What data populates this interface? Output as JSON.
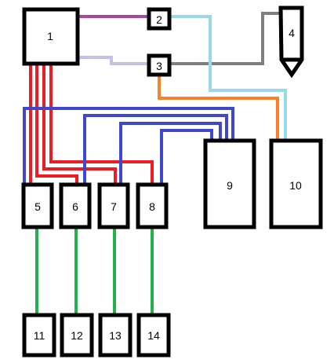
{
  "nodes": [
    {
      "id": "1",
      "label": "1"
    },
    {
      "id": "2",
      "label": "2"
    },
    {
      "id": "3",
      "label": "3"
    },
    {
      "id": "4",
      "label": "4"
    },
    {
      "id": "5",
      "label": "5"
    },
    {
      "id": "6",
      "label": "6"
    },
    {
      "id": "7",
      "label": "7"
    },
    {
      "id": "8",
      "label": "8"
    },
    {
      "id": "9",
      "label": "9"
    },
    {
      "id": "10",
      "label": "10"
    },
    {
      "id": "11",
      "label": "11"
    },
    {
      "id": "12",
      "label": "12"
    },
    {
      "id": "13",
      "label": "13"
    },
    {
      "id": "14",
      "label": "14"
    }
  ],
  "edges": [
    {
      "from": "1",
      "to": "2",
      "color": "#a349a4"
    },
    {
      "from": "1",
      "to": "3",
      "color": "#c8bfe7"
    },
    {
      "from": "3",
      "to": "4",
      "color": "#7f7f7f"
    },
    {
      "from": "2",
      "to": "10",
      "color": "#99d9ea"
    },
    {
      "from": "3",
      "to": "10",
      "color": "#ff7f27"
    },
    {
      "from": "1",
      "to": "5",
      "color": "#ed1c24"
    },
    {
      "from": "1",
      "to": "6",
      "color": "#ed1c24"
    },
    {
      "from": "1",
      "to": "7",
      "color": "#ed1c24"
    },
    {
      "from": "1",
      "to": "8",
      "color": "#ed1c24"
    },
    {
      "from": "5",
      "to": "9",
      "color": "#3f48cc"
    },
    {
      "from": "6",
      "to": "9",
      "color": "#3f48cc"
    },
    {
      "from": "7",
      "to": "9",
      "color": "#3f48cc"
    },
    {
      "from": "8",
      "to": "9",
      "color": "#3f48cc"
    },
    {
      "from": "5",
      "to": "11",
      "color": "#22b14c"
    },
    {
      "from": "6",
      "to": "12",
      "color": "#22b14c"
    },
    {
      "from": "7",
      "to": "13",
      "color": "#22b14c"
    },
    {
      "from": "8",
      "to": "14",
      "color": "#22b14c"
    }
  ]
}
